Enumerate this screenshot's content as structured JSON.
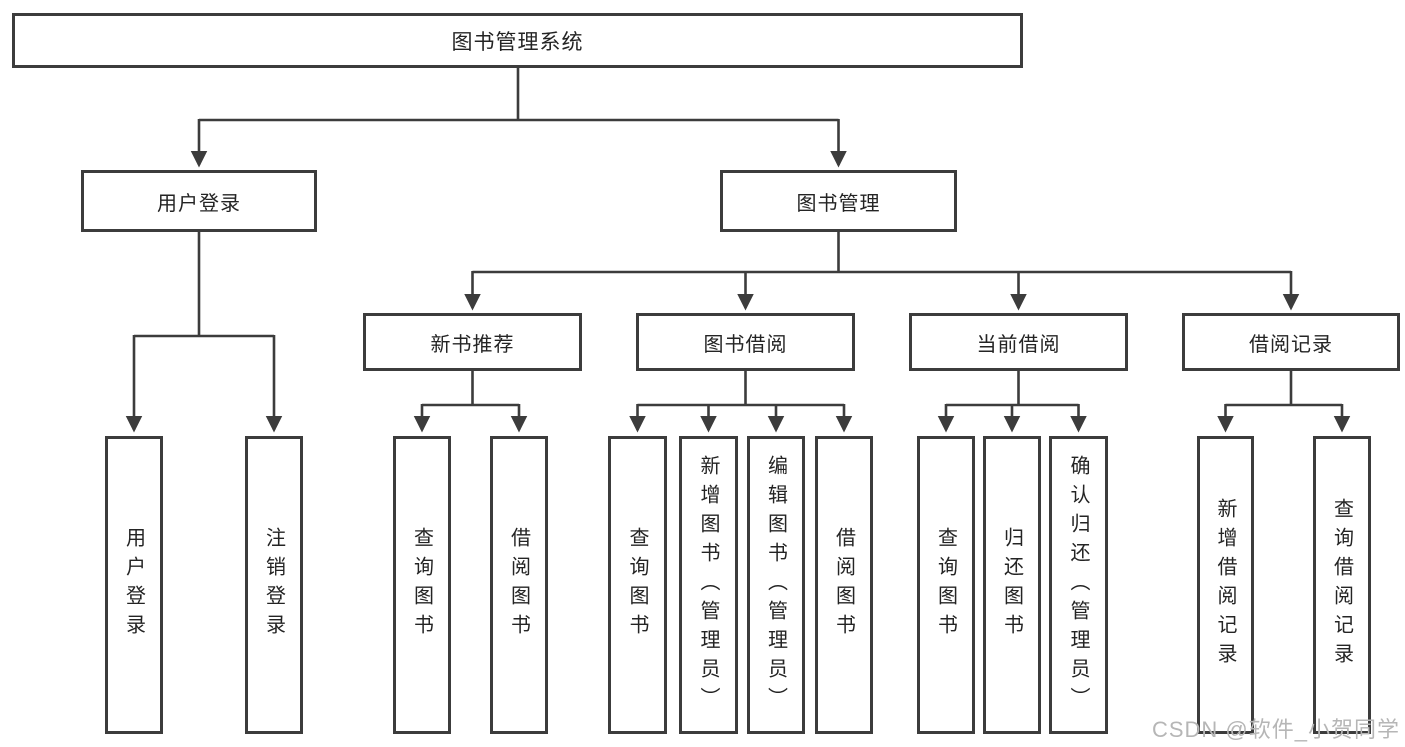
{
  "diagram": {
    "root": {
      "label": "图书管理系统"
    },
    "branches": [
      {
        "label": "用户登录",
        "children": [
          {
            "label": "用户登录"
          },
          {
            "label": "注销登录"
          }
        ]
      },
      {
        "label": "图书管理",
        "children": [
          {
            "label": "新书推荐",
            "children": [
              {
                "label": "查询图书"
              },
              {
                "label": "借阅图书"
              }
            ]
          },
          {
            "label": "图书借阅",
            "children": [
              {
                "label": "查询图书"
              },
              {
                "label": "新增图书（管理员）"
              },
              {
                "label": "编辑图书（管理员）"
              },
              {
                "label": "借阅图书"
              }
            ]
          },
          {
            "label": "当前借阅",
            "children": [
              {
                "label": "查询图书"
              },
              {
                "label": "归还图书"
              },
              {
                "label": "确认归还（管理员）"
              }
            ]
          },
          {
            "label": "借阅记录",
            "children": [
              {
                "label": "新增借阅记录"
              },
              {
                "label": "查询借阅记录"
              }
            ]
          }
        ]
      }
    ]
  },
  "watermark": {
    "text": "CSDN @软件_小贺同学"
  },
  "colors": {
    "line": "#3c3c3c",
    "box-border": "#3c3c3c",
    "text": "#242424",
    "background": "#ffffff",
    "watermark": "#b6b6b6"
  }
}
